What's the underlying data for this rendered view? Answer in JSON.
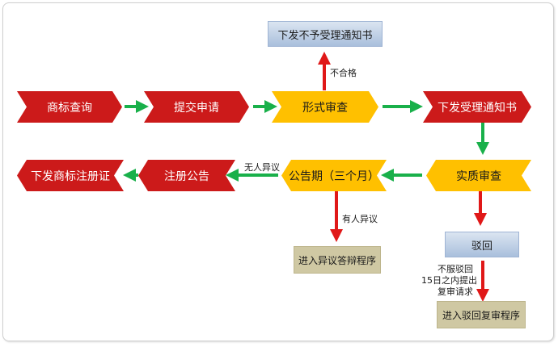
{
  "colors": {
    "red_node": "#cc1a1a",
    "yellow_node": "#ffc000",
    "green_arrow": "#19b04a",
    "red_arrow": "#e01818",
    "blue_box": "#b8cbe4",
    "tan_box": "#cfc8a3"
  },
  "nodes": {
    "trademark_search": "商标查询",
    "submit_application": "提交申请",
    "formal_examination": "形式审查",
    "issue_acceptance_notice": "下发受理通知书",
    "substantive_examination": "实质审查",
    "publication_period": "公告期（三个月）",
    "registration_announcement": "注册公告",
    "issue_registration_certificate": "下发商标注册证"
  },
  "boxes": {
    "non_acceptance_notice": "下发不予受理通知书",
    "rejection": "驳回",
    "opposition_procedure": "进入异议答辩程序",
    "review_procedure": "进入驳回复审程序"
  },
  "notes": {
    "unqualified": "不合格",
    "no_opposition": "无人异议",
    "has_opposition": "有人异议",
    "disagree_line1": "不服驳回",
    "disagree_line2": "15日之内提出",
    "disagree_line3": "复审请求"
  }
}
